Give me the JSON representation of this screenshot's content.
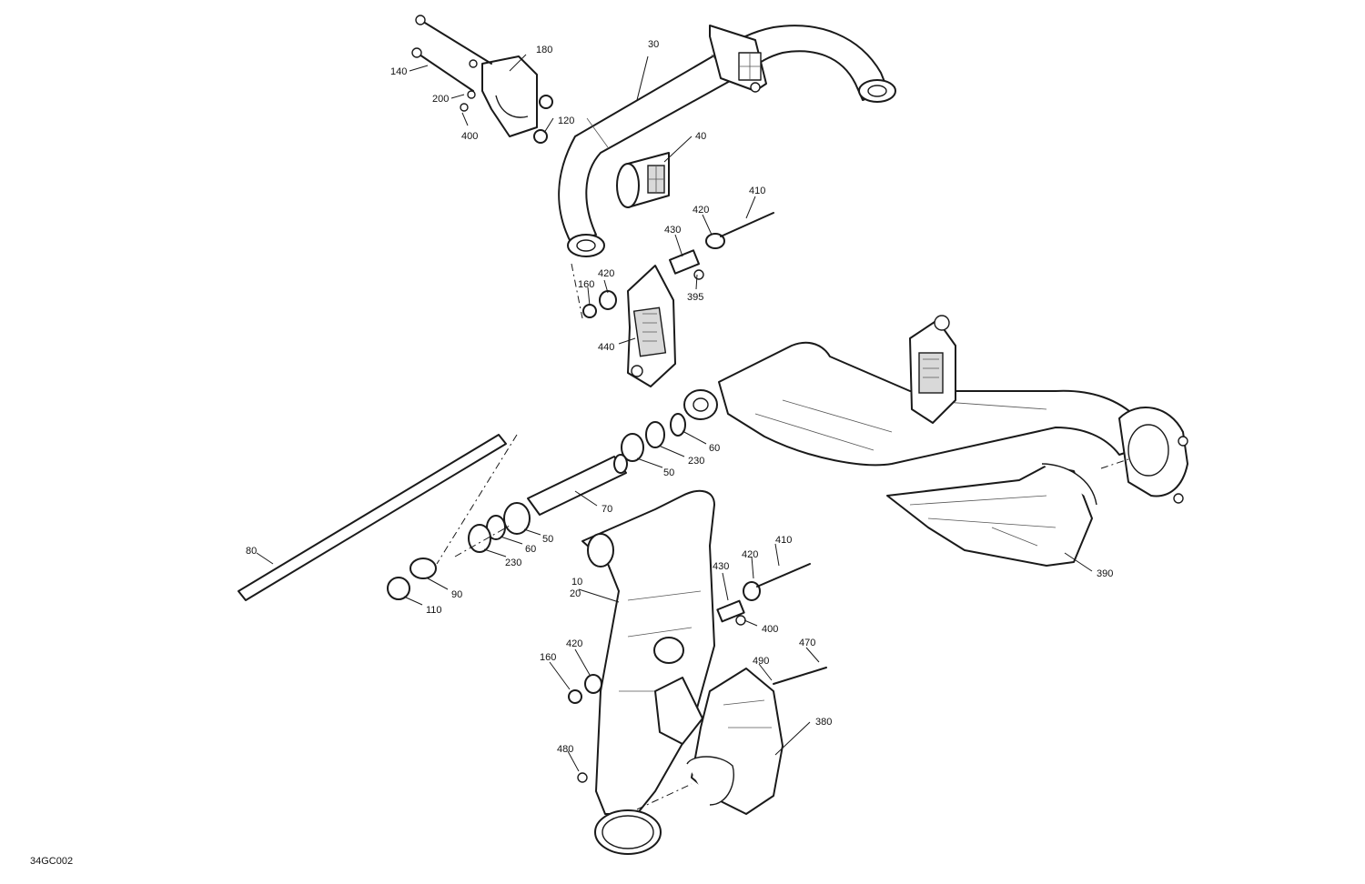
{
  "drawing_ref": "34GC002",
  "callouts": [
    {
      "id": "c180",
      "text": "180"
    },
    {
      "id": "c30",
      "text": "30"
    },
    {
      "id": "c140",
      "text": "140"
    },
    {
      "id": "c200",
      "text": "200"
    },
    {
      "id": "c120",
      "text": "120"
    },
    {
      "id": "c400a",
      "text": "400"
    },
    {
      "id": "c40",
      "text": "40"
    },
    {
      "id": "c410a",
      "text": "410"
    },
    {
      "id": "c420a",
      "text": "420"
    },
    {
      "id": "c430a",
      "text": "430"
    },
    {
      "id": "c395",
      "text": "395"
    },
    {
      "id": "c420b",
      "text": "420"
    },
    {
      "id": "c160a",
      "text": "160"
    },
    {
      "id": "c440",
      "text": "440"
    },
    {
      "id": "c60a",
      "text": "60"
    },
    {
      "id": "c230a",
      "text": "230"
    },
    {
      "id": "c50a",
      "text": "50"
    },
    {
      "id": "c70",
      "text": "70"
    },
    {
      "id": "c50b",
      "text": "50"
    },
    {
      "id": "c60b",
      "text": "60"
    },
    {
      "id": "c230b",
      "text": "230"
    },
    {
      "id": "c80",
      "text": "80"
    },
    {
      "id": "c90",
      "text": "90"
    },
    {
      "id": "c110",
      "text": "110"
    },
    {
      "id": "c10",
      "text": "10"
    },
    {
      "id": "c20",
      "text": "20"
    },
    {
      "id": "c410b",
      "text": "410"
    },
    {
      "id": "c420c",
      "text": "420"
    },
    {
      "id": "c430b",
      "text": "430"
    },
    {
      "id": "c400b",
      "text": "400"
    },
    {
      "id": "c420d",
      "text": "420"
    },
    {
      "id": "c160b",
      "text": "160"
    },
    {
      "id": "c470",
      "text": "470"
    },
    {
      "id": "c490",
      "text": "490"
    },
    {
      "id": "c380",
      "text": "380"
    },
    {
      "id": "c480",
      "text": "480"
    },
    {
      "id": "c390",
      "text": "390"
    }
  ]
}
